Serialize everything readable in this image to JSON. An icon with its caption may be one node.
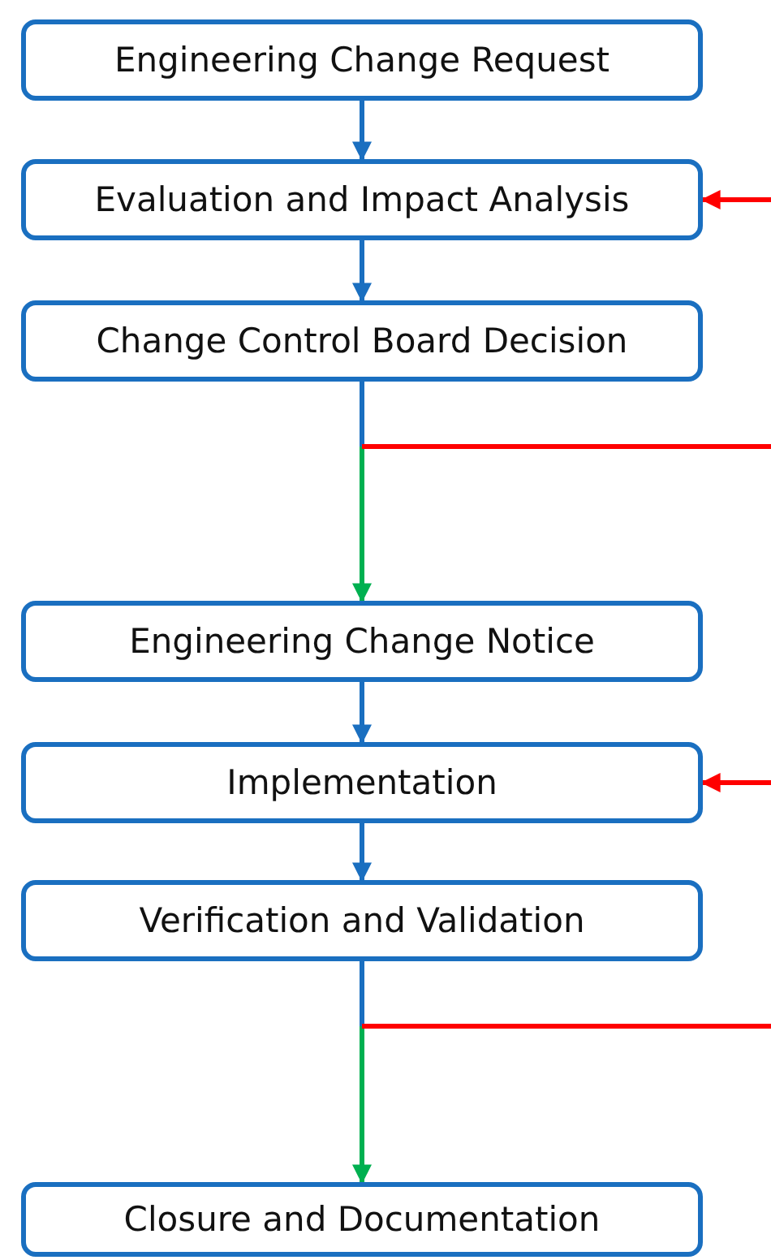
{
  "diagram": {
    "nodes": [
      {
        "text": [
          "Engineering Change Request"
        ]
      },
      {
        "text": [
          "Evaluation and Impact Analysis"
        ]
      },
      {
        "text": [
          "Change Control Board Decision"
        ]
      },
      {
        "text": [
          "Engineering Change Notice"
        ]
      },
      {
        "text": [
          "Implementation"
        ]
      },
      {
        "text": [
          "Verification and Validation"
        ]
      },
      {
        "text": [
          "Closure and Documentation"
        ]
      }
    ],
    "edges": [
      {
        "from": 0,
        "to": 1,
        "arrow": "to"
      },
      {
        "from": 1,
        "to": 2,
        "arrow": "to"
      },
      {
        "from": 2,
        "to": 3,
        "arrow": "to",
        "color": "#00b050"
      },
      {
        "from": 2,
        "to": null,
        "arrow": "none",
        "color": "#ff0000"
      },
      {
        "from": null,
        "to": 1,
        "arrow": "to",
        "color": "#ff0000"
      },
      {
        "from": 3,
        "to": 4,
        "arrow": "to"
      },
      {
        "from": 4,
        "to": 5,
        "arrow": "to"
      },
      {
        "from": 5,
        "to": 6,
        "arrow": "to",
        "color": "#00b050"
      },
      {
        "from": 5,
        "to": null,
        "arrow": "none",
        "color": "#ff0000"
      },
      {
        "from": null,
        "to": 4,
        "arrow": "to",
        "color": "#ff0000"
      }
    ]
  }
}
